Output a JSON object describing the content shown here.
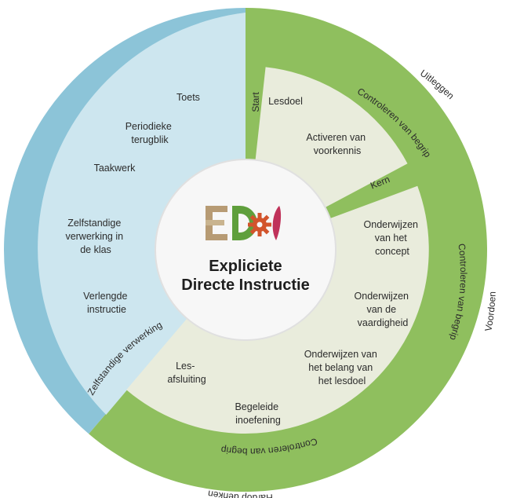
{
  "colors": {
    "blue_ring": "#8cc4d8",
    "blue_inner": "#cde6ef",
    "green_ring": "#8fbf5e",
    "green_inner": "#e9ecdc",
    "center": "#f7f7f7",
    "logo_e": "#b79b74",
    "logo_d": "#5f9f3c",
    "logo_gear": "#d2542c",
    "logo_i": "#c0325a"
  },
  "center": {
    "logo_icon": "edi-logo",
    "title_line1": "Expliciete",
    "title_line2": "Directe Instructie"
  },
  "outer_ring": {
    "uitleggen": "Uitleggen",
    "voordoen": "Voordoen",
    "hardop": "Hardop denken"
  },
  "middle_ring": {
    "cvb_top": "Controleren van begrip",
    "cvb_right": "Controleren van begrip",
    "cvb_bottom": "Controleren van begrip"
  },
  "phase_labels": {
    "start": "Start",
    "kern": "Kern",
    "zelfstandige": "Zelfstandige verwerking"
  },
  "start_items": {
    "lesdoel": "Lesdoel",
    "activeren_1": "Activeren van",
    "activeren_2": "voorkennis"
  },
  "kern_items": {
    "concept_1": "Onderwijzen",
    "concept_2": "van het",
    "concept_3": "concept",
    "vaardigheid_1": "Onderwijzen",
    "vaardigheid_2": "van de",
    "vaardigheid_3": "vaardigheid",
    "belang_1": "Onderwijzen van",
    "belang_2": "het belang van",
    "belang_3": "het lesdoel"
  },
  "bottom_items": {
    "afsluiting_1": "Les-",
    "afsluiting_2": "afsluiting",
    "begeleide_1": "Begeleide",
    "begeleide_2": "inoefening"
  },
  "blue_items": {
    "toets": "Toets",
    "periodieke_1": "Periodieke",
    "periodieke_2": "terugblik",
    "taakwerk": "Taakwerk",
    "zelfstandig_1": "Zelfstandige",
    "zelfstandig_2": "verwerking in",
    "zelfstandig_3": "de klas",
    "verlengde_1": "Verlengde",
    "verlengde_2": "instructie"
  }
}
